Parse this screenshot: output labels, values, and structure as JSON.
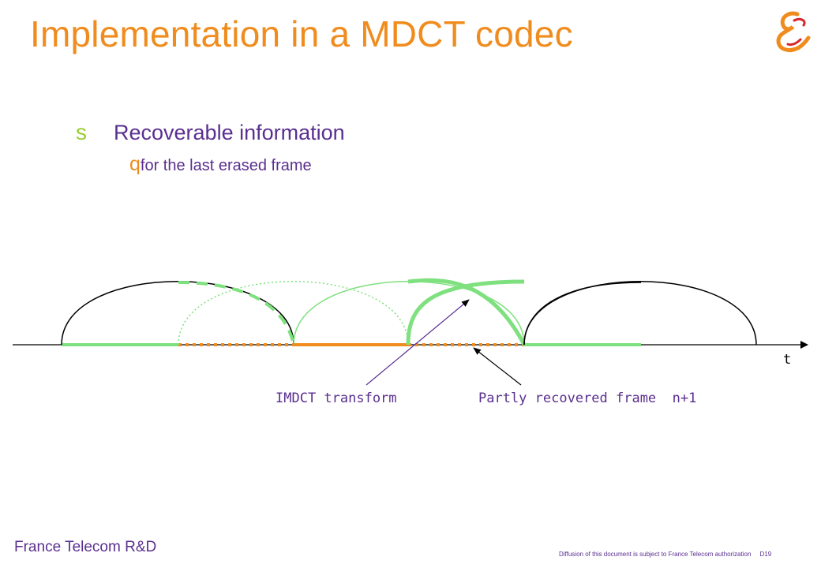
{
  "slide": {
    "title": "Implementation in a MDCT codec",
    "bullet_marker": "s",
    "bullet_text": "Recoverable information",
    "sub_bullet_marker": "q",
    "sub_bullet_text": "for the last erased frame"
  },
  "diagram": {
    "axis_label": "t",
    "label_imdct": "IMDCT transform",
    "label_recovered": "Partly recovered frame  n+1"
  },
  "footer": {
    "company": "France Telecom R&D",
    "notice": "Diffusion of  this document  is subject to  France Telecom  authorization",
    "page": "D19"
  },
  "colors": {
    "title": "#f08c1e",
    "text": "#5a2f8f",
    "green": "#7ee07e",
    "orange": "#f08c1e",
    "black": "#000000"
  }
}
